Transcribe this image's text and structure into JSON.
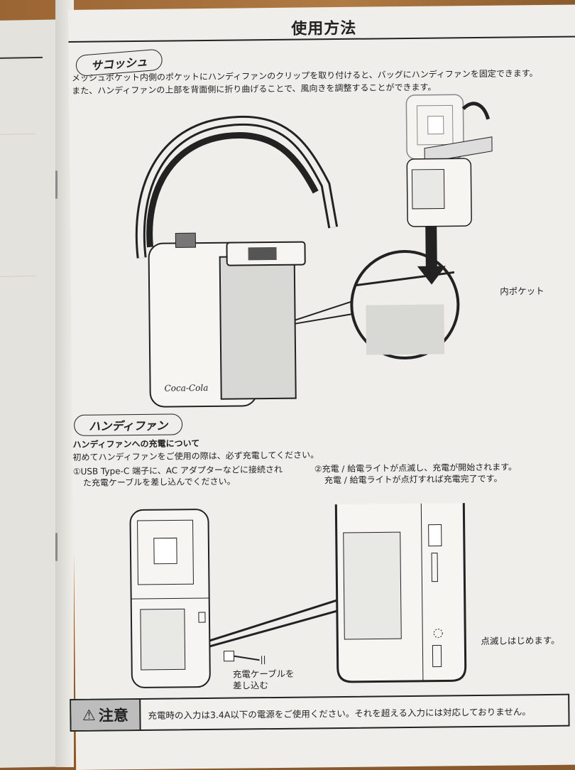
{
  "page": {
    "title": "使用方法",
    "section_sacoche": {
      "label": "サコッシュ",
      "line1": "メッシュポケット内側のポケットにハンディファンのクリップを取り付けると、バッグにハンディファンを固定できます。",
      "line2": "また、ハンディファンの上部を背面側に折り曲げることで、風向きを調整することができます。",
      "callout_inner_pocket": "内ポケット",
      "bag_logo": "Coca-Cola"
    },
    "section_handyfan": {
      "label": "ハンディファン",
      "subheading": "ハンディファンへの充電について",
      "intro": "初めてハンディファンをご使用の際は、必ず充電してください。",
      "step1_line1": "①USB Type-C 端子に、AC アダプターなどに接続され",
      "step1_line2": "た充電ケーブルを差し込んでください。",
      "step2_line1": "②充電 / 給電ライトが点滅し、充電が開始されます。",
      "step2_line2": "充電 / 給電ライトが点灯すれば充電完了です。",
      "callout_insert_cable_1": "充電ケーブルを",
      "callout_insert_cable_2": "差し込む",
      "callout_blink": "点滅しはじめます。"
    },
    "caution": {
      "icon": "warning-triangle-icon",
      "label": "注意",
      "text": "充電時の入力は3.4A以下の電源をご使用ください。それを超える入力には対応しておりません。"
    }
  }
}
